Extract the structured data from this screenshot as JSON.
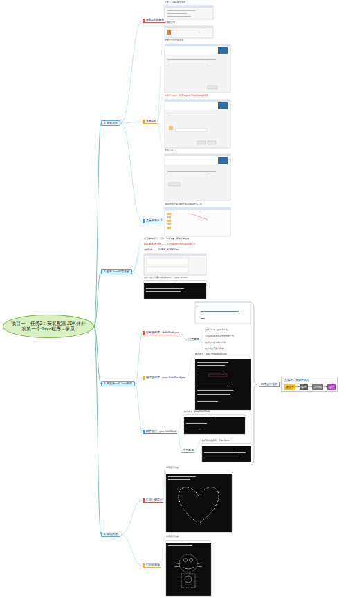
{
  "diagram": {
    "nodes": [
      {
        "text": [
          "项目一 - 任务2：安装配置JDK并开发第一个Java程序 - 学卫"
        ]
      },
      {
        "text": [
          "1. 安装JDK"
        ]
      },
      {
        "text": [
          "获取JDK安装包"
        ]
      },
      {
        "text": [
          "安装JDK"
        ]
      },
      {
        "text": [
          "查看安装目录"
        ]
      },
      {
        "text": [
          "2. 配置Java环境变量"
        ]
      },
      {
        "text": [
          "3. 开发第一个Java程序"
        ]
      },
      {
        "text": [
          "编写源程序：HelloWorld.java"
        ]
      },
      {
        "text": [
          "注意事项"
        ]
      },
      {
        "text": [
          "编译源程序：javac HelloWorld.java"
        ]
      },
      {
        "text": [
          "解释执行：java HelloWorld"
        ]
      },
      {
        "text": [
          "注意事项"
        ]
      },
      {
        "text": [
          "程序运行流程"
        ]
      },
      {
        "text": [
          "先编译，后解释执行"
        ]
      },
      {
        "text": [
          "源文件"
        ],
        "in": 13
      },
      {
        "text": [
          "编译"
        ],
        "in": 13
      },
      {
        "text": [
          "字节码"
        ],
        "in": 13
      },
      {
        "text": [
          "运行"
        ],
        "in": 13
      },
      {
        "text": [
          "4. 调试开发"
        ]
      },
      {
        "text": [
          "打印一颗爱心"
        ]
      },
      {
        "text": [
          "打印机器猫"
        ]
      }
    ],
    "edges": [
      {
        "from": 0,
        "to": 1,
        "arrow": "none"
      },
      {
        "from": 0,
        "to": 5,
        "arrow": "none"
      },
      {
        "from": 0,
        "to": 6,
        "arrow": "none"
      },
      {
        "from": 0,
        "to": 18,
        "arrow": "none"
      },
      {
        "from": 1,
        "to": 2,
        "arrow": "none"
      },
      {
        "from": 1,
        "to": 3,
        "arrow": "none"
      },
      {
        "from": 1,
        "to": 4,
        "arrow": "none"
      },
      {
        "from": 6,
        "to": 7,
        "arrow": "none"
      },
      {
        "from": 6,
        "to": 9,
        "arrow": "none"
      },
      {
        "from": 6,
        "to": 10,
        "arrow": "none"
      },
      {
        "from": 7,
        "to": 8,
        "arrow": "none"
      },
      {
        "from": 10,
        "to": 11,
        "arrow": "none"
      },
      {
        "from": 12,
        "to": 13,
        "arrow": "none"
      },
      {
        "from": 14,
        "to": 15,
        "arrow": "to"
      },
      {
        "from": 15,
        "to": 16,
        "arrow": "to"
      },
      {
        "from": 16,
        "to": 17,
        "arrow": "to"
      },
      {
        "from": 18,
        "to": 19,
        "arrow": "none"
      },
      {
        "from": 18,
        "to": 20,
        "arrow": "none"
      }
    ],
    "labels": [
      "从官方下载获取安装包",
      "下载的文件",
      "双击安装包开始安装",
      "设置安装路径：D:\\Program Files\\Java\\jdk1.8",
      "安装完成",
      "Java安装目录中bin目录是Java开发工具",
      "在“系统属性”中，高级 - 环境变量，新建系统变量",
      "新建JAVA_HOME —— D:\\Program Files\\Java\\jdk1.8",
      "编辑Path —— %JAVA_HOME%\\bin;",
      "在命令提示符窗口测试java命令：java -version",
      "关键字小写（区分大小写）",
      "公共类的类名必须与文件名一致",
      "源代码中括号成对出现",
      "英文状态下输入标点",
      "执行命令：javac HelloWorld.java",
      "执行命令：java HelloWorld",
      "执行时使用类名，不加 .class",
      "程序运行结果",
      "程序运行结果"
    ]
  }
}
